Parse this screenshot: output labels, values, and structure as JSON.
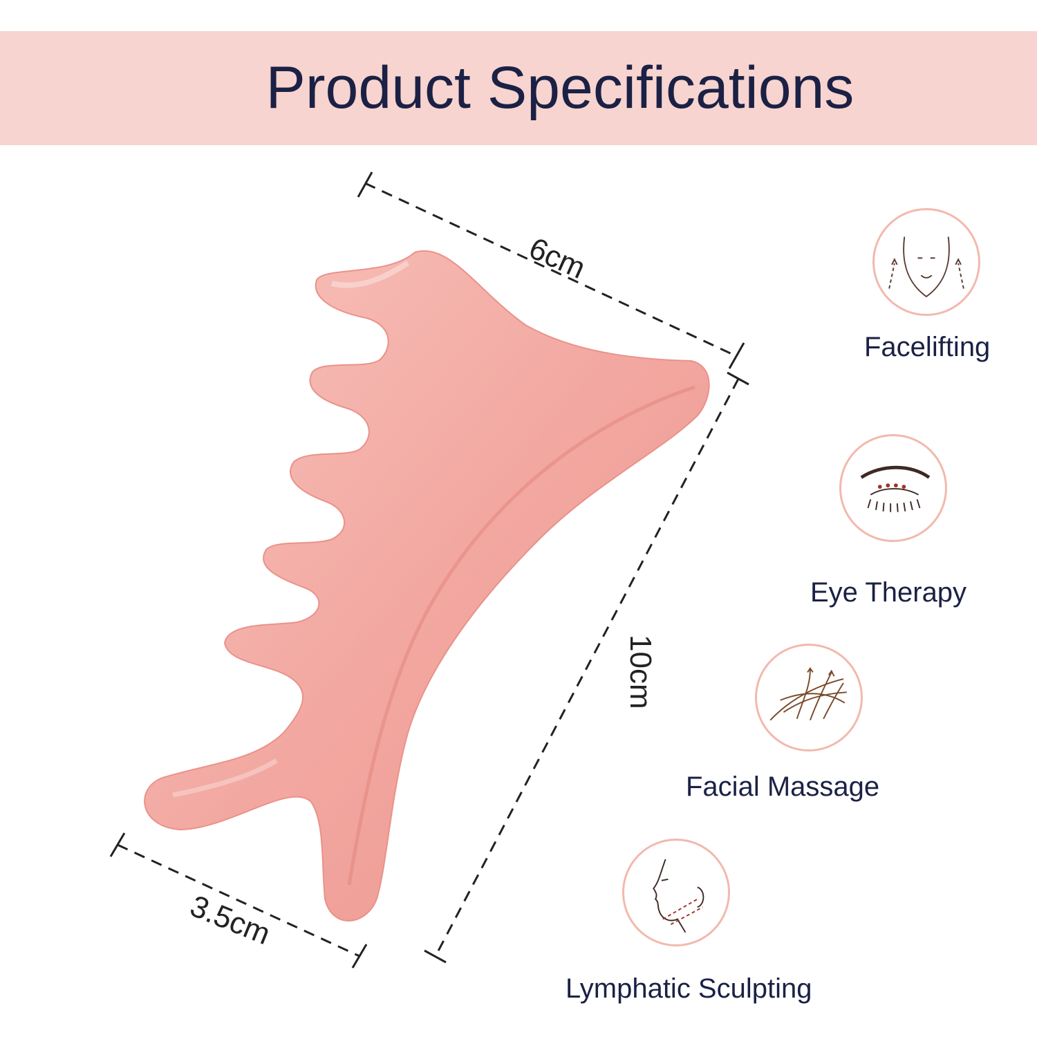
{
  "header": {
    "title": "Product Specifications"
  },
  "dimensions": {
    "width_top": "6cm",
    "length": "10cm",
    "width_bottom": "3.5cm"
  },
  "features": [
    {
      "label": "Facelifting",
      "icon": "face-lift-icon"
    },
    {
      "label": "Eye Therapy",
      "icon": "eye-icon"
    },
    {
      "label": "Facial Massage",
      "icon": "massage-lines-icon"
    },
    {
      "label": "Lymphatic Sculpting",
      "icon": "face-profile-icon"
    }
  ],
  "colors": {
    "banner": "#f7d4cf",
    "title": "#1b2145",
    "stone": "#f2a9a3",
    "icon_ring": "#f2b9ad"
  }
}
